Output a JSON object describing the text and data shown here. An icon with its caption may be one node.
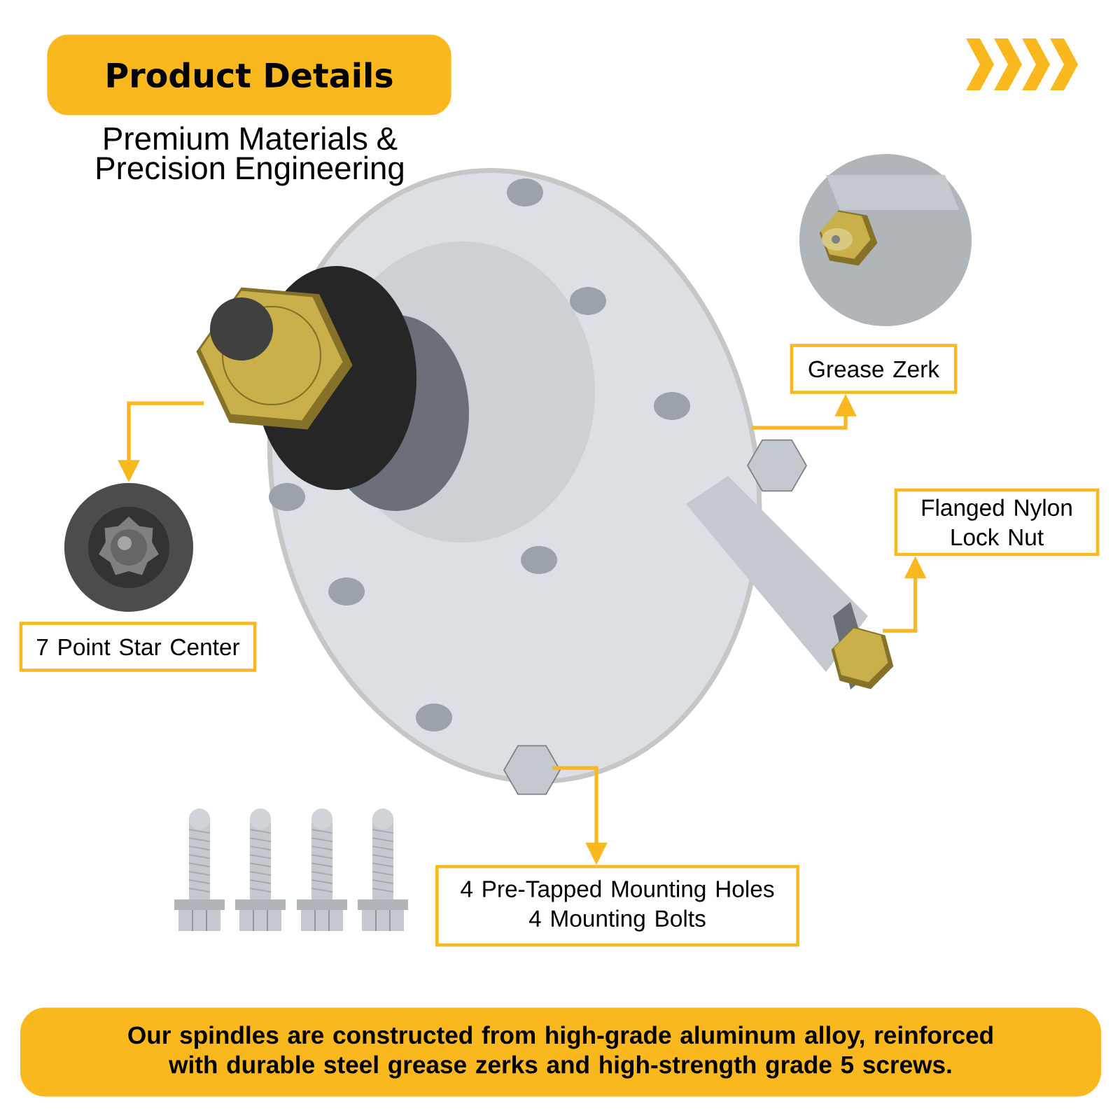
{
  "diagram": {
    "title": "Product Details",
    "caption": "Our spindles are constructed from high-grade aluminum alloy, reinforced with durable steel grease zerks and high-strength grade 5 screws.",
    "nodes": [
      {
        "text": [],
        "shape": "picture"
      },
      {
        "text": [
          "Grease Zerk"
        ]
      },
      {
        "text": [
          "Flanged Nylon Lock Nut"
        ]
      },
      {
        "text": [],
        "shape": "picture"
      },
      {
        "text": [
          "7 Point Star Center"
        ]
      },
      {
        "text": [
          "4 Pre-Tapped Mounting Holes",
          "4 Mounting Bolts"
        ]
      }
    ],
    "edges": [
      {
        "from": 0,
        "to": 1,
        "arrow": "to"
      },
      {
        "from": 0,
        "to": 2,
        "arrow": "to"
      },
      {
        "from": 0,
        "to": 3,
        "arrow": "to"
      },
      {
        "from": 0,
        "to": 5,
        "arrow": "to"
      }
    ],
    "labels": [
      "Premium Materials & Precision Engineering"
    ]
  }
}
